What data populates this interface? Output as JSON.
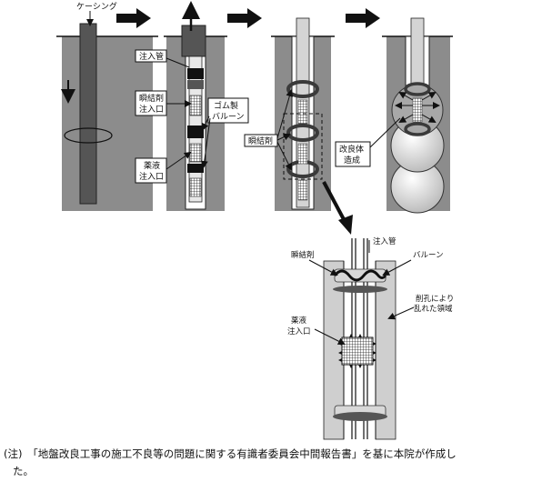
{
  "labels": {
    "casing": "ケーシング",
    "injection_pipe": "注入管",
    "quick_set_inlet_1": "瞬結剤",
    "quick_set_inlet_2": "注入口",
    "rubber_balloon_1": "ゴム製",
    "rubber_balloon_2": "バルーン",
    "chemical_inlet_1": "薬液",
    "chemical_inlet_2": "注入口",
    "quick_set_agent": "瞬結剤",
    "improved_body_1": "改良体",
    "improved_body_2": "造成",
    "detail_quick_set": "瞬結剤",
    "detail_injection_pipe": "注入管",
    "detail_balloon": "バルーン",
    "detail_disturbed_1": "削孔により",
    "detail_disturbed_2": "乱れた領域",
    "detail_chemical_1": "薬液",
    "detail_chemical_2": "注入口"
  },
  "note": {
    "line1": "(注)　「地盤改良工事の施工不良等の問題に関する有識者委員会中間報告書」を基に本院が作成し",
    "line2": "た。"
  },
  "colors": {
    "ground": "#8c8c8c",
    "casing": "#555555",
    "pipe_light": "#d4d4d4",
    "balloon": "#3a3a3a",
    "grout_bulb": "#eeeeee",
    "detail_ground": "#cfcfcf"
  }
}
